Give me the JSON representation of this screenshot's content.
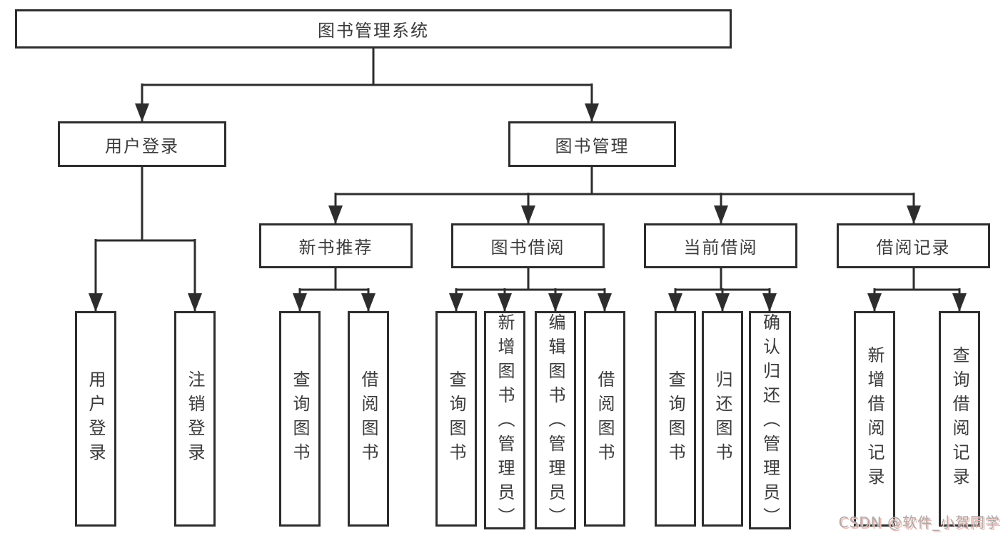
{
  "theme": {
    "line_color": "#2d2d2d",
    "text_color": "#3b3b3b",
    "background": "#ffffff",
    "watermark_color": "#ababab",
    "watermark_shadow_color": "#f2bcb4"
  },
  "diagram": {
    "type": "tree",
    "root": {
      "label": "图书管理系统"
    },
    "branches": [
      {
        "label": "用户登录",
        "children": [
          {
            "label": "用户登录"
          },
          {
            "label": "注销登录"
          }
        ]
      },
      {
        "label": "图书管理",
        "children": [
          {
            "label": "新书推荐",
            "children": [
              {
                "label": "查询图书"
              },
              {
                "label": "借阅图书"
              }
            ]
          },
          {
            "label": "图书借阅",
            "children": [
              {
                "label": "查询图书"
              },
              {
                "label": "新增图书（管理员）"
              },
              {
                "label": "编辑图书（管理员）"
              },
              {
                "label": "借阅图书"
              }
            ]
          },
          {
            "label": "当前借阅",
            "children": [
              {
                "label": "查询图书"
              },
              {
                "label": "归还图书"
              },
              {
                "label": "确认归还（管理员）"
              }
            ]
          },
          {
            "label": "借阅记录",
            "children": [
              {
                "label": "新增借阅记录"
              },
              {
                "label": "查询借阅记录"
              }
            ]
          }
        ]
      }
    ],
    "watermark": "CSDN @软件_小贺同学"
  }
}
